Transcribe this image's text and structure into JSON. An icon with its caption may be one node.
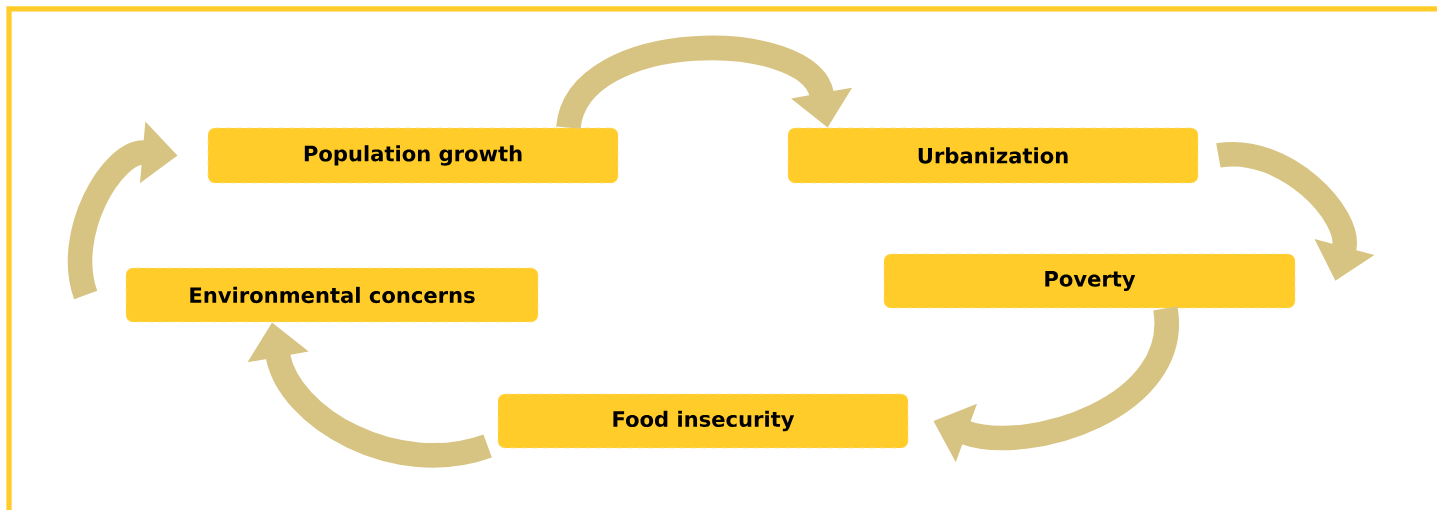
{
  "diagram": {
    "nodes": [
      {
        "text": [
          "Population growth"
        ]
      },
      {
        "text": [
          "Urbanization"
        ]
      },
      {
        "text": [
          "Poverty"
        ]
      },
      {
        "text": [
          "Food insecurity"
        ]
      },
      {
        "text": [
          "Environmental concerns"
        ]
      }
    ],
    "edges": [
      {
        "from": 0,
        "to": 1,
        "arrow": "to"
      },
      {
        "from": 1,
        "to": 2,
        "arrow": "to"
      },
      {
        "from": 2,
        "to": 3,
        "arrow": "to"
      },
      {
        "from": 3,
        "to": 4,
        "arrow": "to"
      },
      {
        "from": 4,
        "to": 0,
        "arrow": "to"
      }
    ]
  }
}
